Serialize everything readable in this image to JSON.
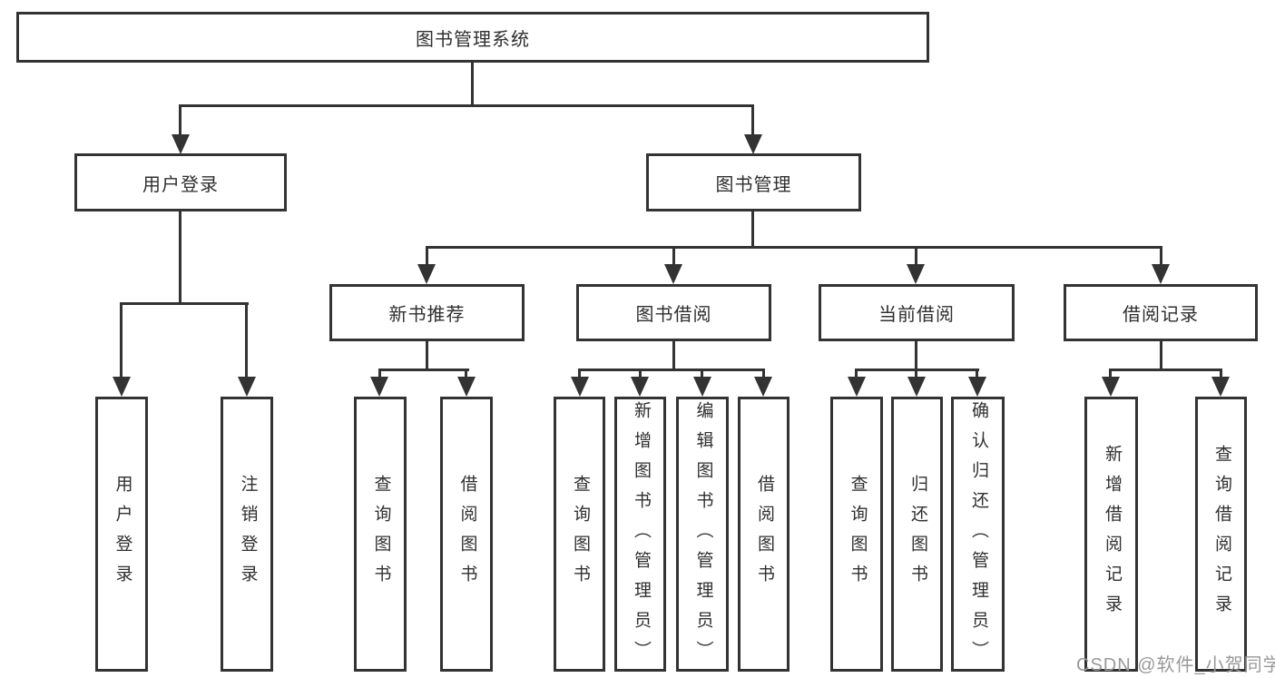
{
  "diagram": {
    "root": {
      "label": "图书管理系统"
    },
    "level1": [
      {
        "label": "用户登录"
      },
      {
        "label": "图书管理"
      }
    ],
    "level2": [
      {
        "label": "新书推荐"
      },
      {
        "label": "图书借阅"
      },
      {
        "label": "当前借阅"
      },
      {
        "label": "借阅记录"
      }
    ],
    "leaves": [
      {
        "label": "用户登录"
      },
      {
        "label": "注销登录"
      },
      {
        "label": "查询图书"
      },
      {
        "label": "借阅图书"
      },
      {
        "label": "查询图书"
      },
      {
        "label": "新增图书（管理员）"
      },
      {
        "label": "编辑图书（管理员）"
      },
      {
        "label": "借阅图书"
      },
      {
        "label": "查询图书"
      },
      {
        "label": "归还图书"
      },
      {
        "label": "确认归还（管理员）"
      },
      {
        "label": "新增借阅记录"
      },
      {
        "label": "查询借阅记录"
      }
    ],
    "watermark": "CSDN @软件_小贺同学",
    "colors": {
      "line": "#333333",
      "text": "#2f2f2f",
      "watermark": "#999999"
    }
  }
}
